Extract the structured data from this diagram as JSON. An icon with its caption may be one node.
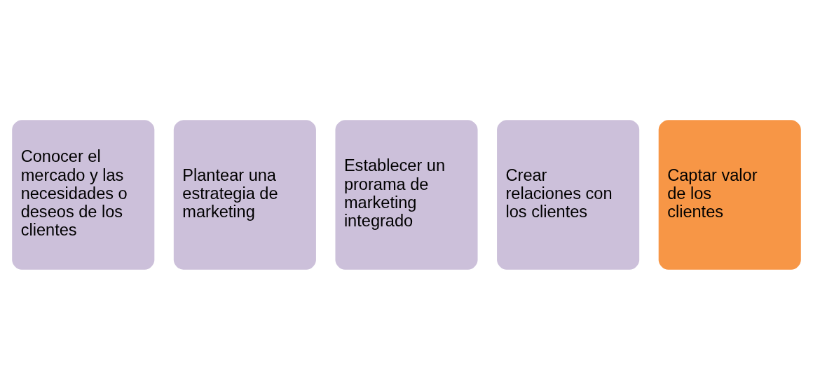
{
  "diagram": {
    "nodes": [
      {
        "text": [
          "Conocer el mercado y las necesidades o deseos de los clientes"
        ]
      },
      {
        "text": [
          "Plantear una estrategia de marketing"
        ]
      },
      {
        "text": [
          "Establecer un prorama de marketing integrado"
        ]
      },
      {
        "text": [
          "Crear relaciones con los clientes"
        ]
      },
      {
        "text": [
          "Captar valor de los clientes"
        ]
      }
    ],
    "edges": []
  }
}
